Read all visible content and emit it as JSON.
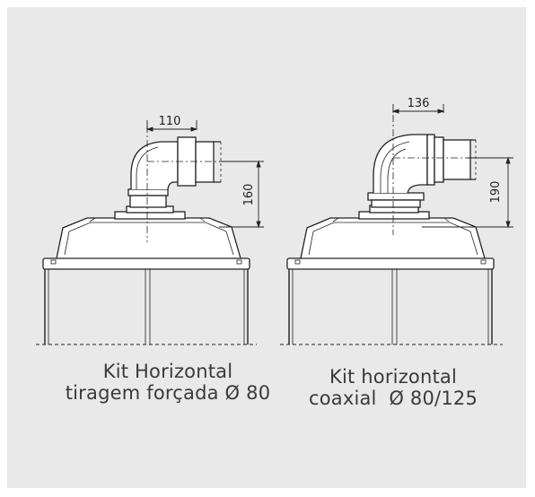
{
  "kits": [
    {
      "dimensions": {
        "horizontal": "110",
        "vertical": "160"
      },
      "caption": [
        "Kit Horizontal",
        "tiragem forçada Ø 80"
      ]
    },
    {
      "dimensions": {
        "horizontal": "136",
        "vertical": "190"
      },
      "caption": [
        "Kit horizontal",
        "coaxial  Ø 80/125"
      ]
    }
  ],
  "colors": {
    "panel_bg": "#e9e9e9",
    "line": "#222222",
    "boiler_fill": "#ffffff"
  }
}
